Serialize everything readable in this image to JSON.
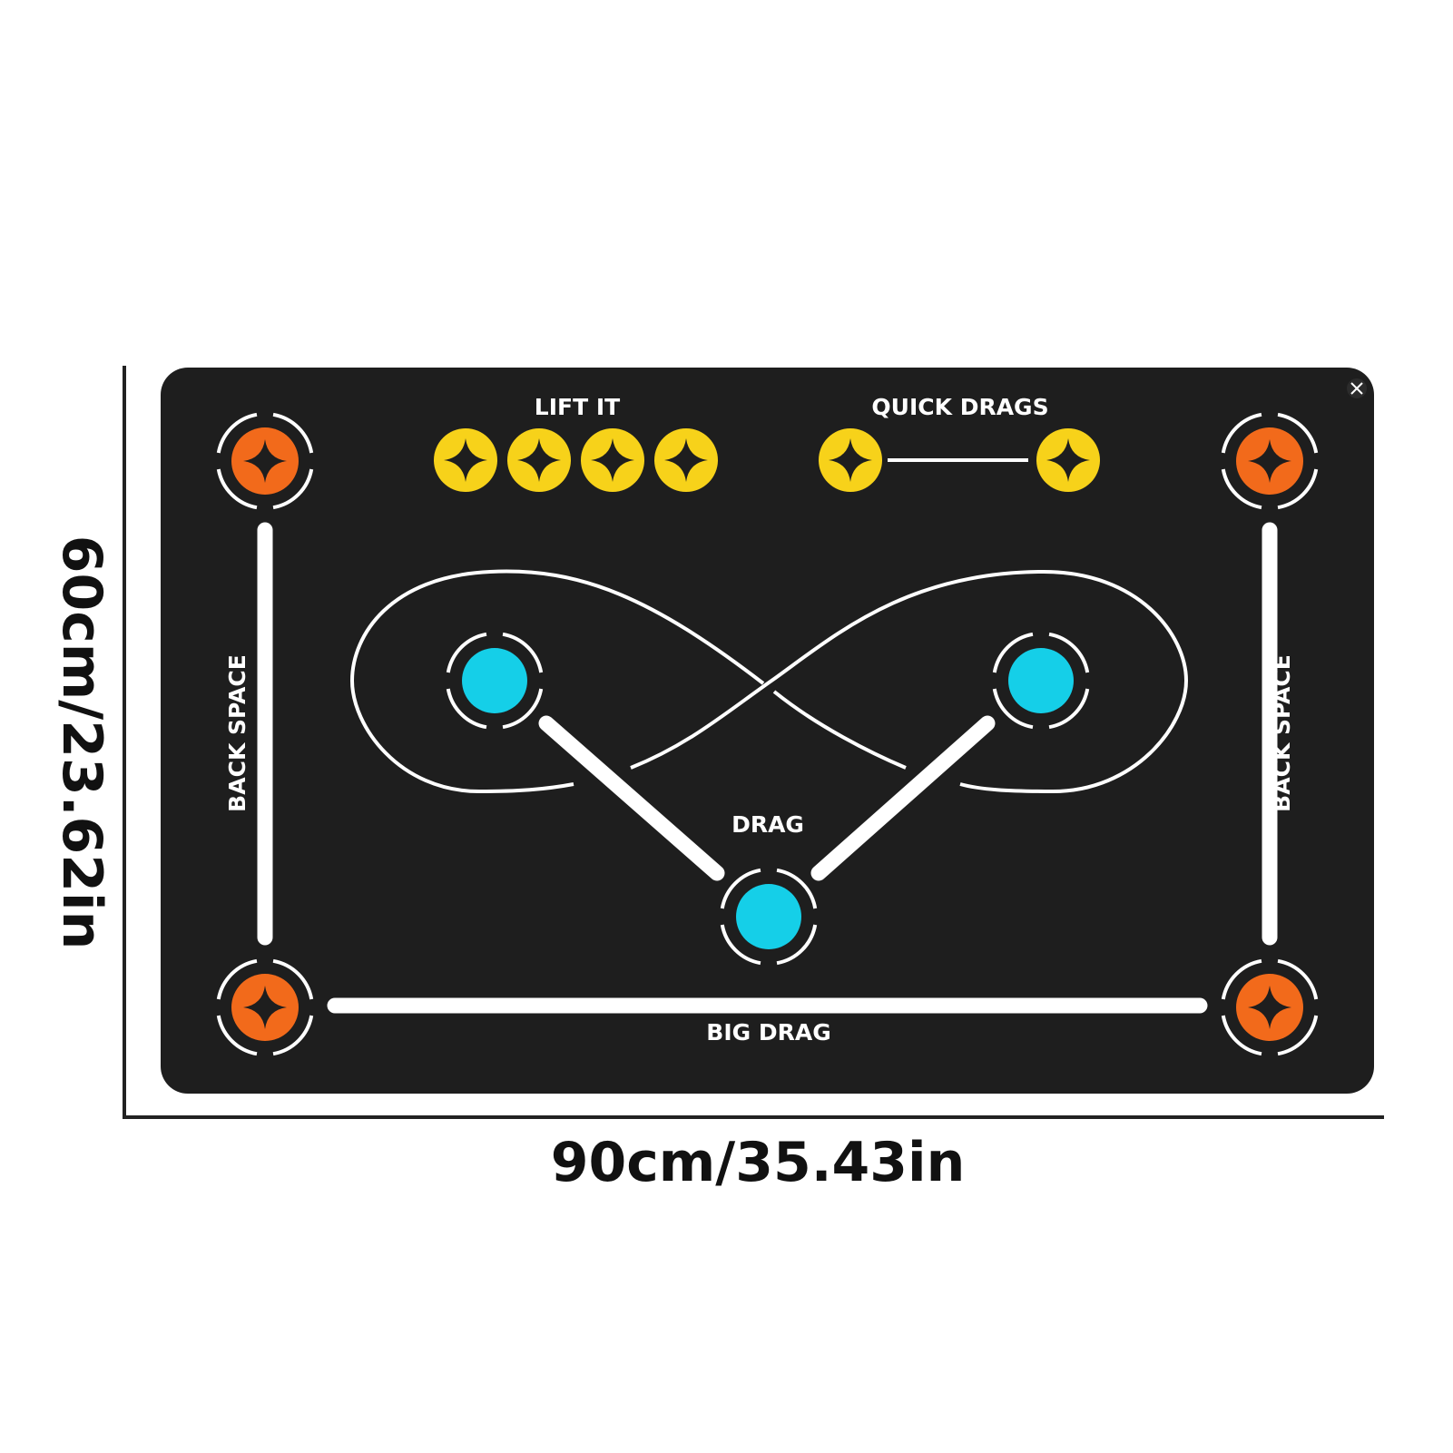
{
  "mat": {
    "labels": {
      "lift_it": "LIFT IT",
      "quick_drags": "QUICK DRAGS",
      "drag": "DRAG",
      "big_drag": "BIG DRAG",
      "back_space_left": "BACK SPACE",
      "back_space_right": "BACK SPACE"
    },
    "colors": {
      "mat_background": "#1e1e1e",
      "corner_target": "#f26a1b",
      "lift_target": "#f7d21a",
      "drag_target": "#15cfe8",
      "lines": "#ffffff"
    },
    "icons": {
      "target_center": "plus-sparkle-icon",
      "corner_marker": "x-icon"
    }
  },
  "dimensions": {
    "width_label": "90cm/35.43in",
    "height_label": "60cm/23.62in"
  }
}
